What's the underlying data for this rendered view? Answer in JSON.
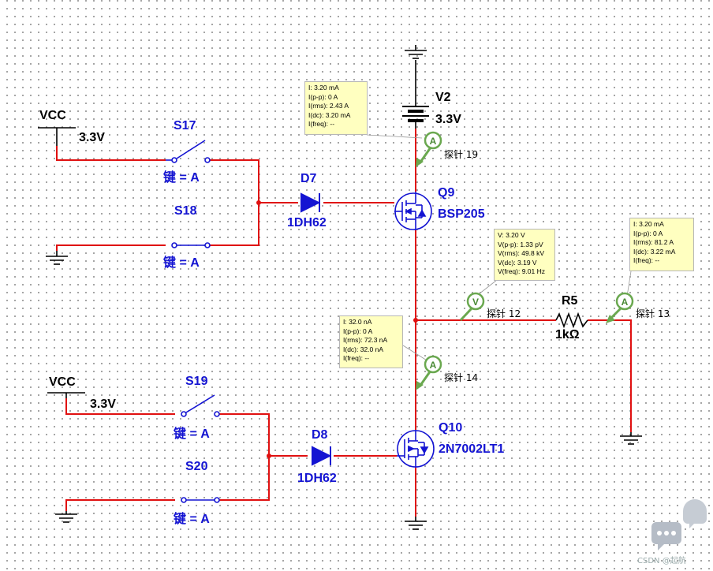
{
  "components": {
    "vcc_top": {
      "name": "VCC",
      "value": "3.3V"
    },
    "vcc_bottom": {
      "name": "VCC",
      "value": "3.3V"
    },
    "s17": {
      "name": "S17",
      "key": "键 = A"
    },
    "s18": {
      "name": "S18",
      "key": "键 = A"
    },
    "s19": {
      "name": "S19",
      "key": "键 = A"
    },
    "s20": {
      "name": "S20",
      "key": "键 = A"
    },
    "d7": {
      "name": "D7",
      "part": "1DH62"
    },
    "d8": {
      "name": "D8",
      "part": "1DH62"
    },
    "q9": {
      "name": "Q9",
      "part": "BSP205"
    },
    "q10": {
      "name": "Q10",
      "part": "2N7002LT1"
    },
    "v2": {
      "name": "V2",
      "value": "3.3V"
    },
    "r5": {
      "name": "R5",
      "value": "1kΩ"
    }
  },
  "probes": {
    "p19": {
      "symbol": "A",
      "label": "探针 19",
      "readings": [
        "I: 3.20 mA",
        "I(p-p): 0 A",
        "I(rms): 2.43 A",
        "I(dc): 3.20 mA",
        "I(freq): --"
      ]
    },
    "p12": {
      "symbol": "V",
      "label": "探针 12",
      "readings": [
        "V: 3.20 V",
        "V(p-p): 1.33 pV",
        "V(rms): 49.8 kV",
        "V(dc): 3.19 V",
        "V(freq): 9.01 Hz"
      ]
    },
    "p13": {
      "symbol": "A",
      "label": "探针 13",
      "readings": [
        "I: 3.20 mA",
        "I(p-p): 0 A",
        "I(rms): 81.2 A",
        "I(dc): 3.22 mA",
        "I(freq): --"
      ]
    },
    "p14": {
      "symbol": "A",
      "label": "探针 14",
      "readings": [
        "I: 32.0 nA",
        "I(p-p): 0 A",
        "I(rms): 72.3 nA",
        "I(dc): 32.0 nA",
        "I(freq): --"
      ]
    }
  },
  "watermark": "CSDN @起航",
  "colors": {
    "wire": "#e01010",
    "component": "#1414d2",
    "probe": "#4caf50",
    "tooltip": "#ffffc0"
  }
}
